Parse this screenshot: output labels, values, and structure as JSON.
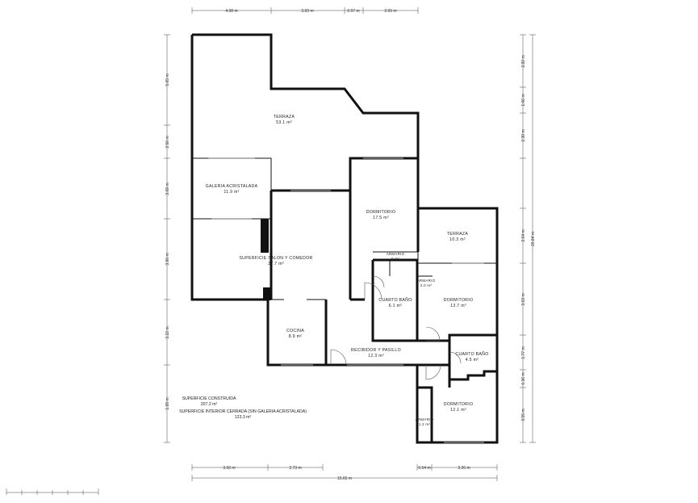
{
  "rooms": [
    {
      "name": "TERRAZA",
      "area": "53.1 m²"
    },
    {
      "name": "GALERIA ACRISTALADA",
      "area": "11.9 m²"
    },
    {
      "name": "SUPERFICIE SALON Y COMEDOR",
      "area": "37.7 m²"
    },
    {
      "name": "DORMITORIO",
      "area": "17.5 m²"
    },
    {
      "name": "TERRAZA",
      "area": "10.3 m²"
    },
    {
      "name": "ARMARIO",
      "area": "0 m²"
    },
    {
      "name": "ARMARIO",
      "area": "2.0 m²"
    },
    {
      "name": "CUARTO BAÑO",
      "area": "6.1 m²"
    },
    {
      "name": "DORMITORIO",
      "area": "13.7 m²"
    },
    {
      "name": "COCINA",
      "area": "8.9 m²"
    },
    {
      "name": "RECIBIDOR Y PASILLO",
      "area": "12.3 m²"
    },
    {
      "name": "CUARTO BAÑO",
      "area": "4.5 m²"
    },
    {
      "name": "DORMITORIO",
      "area": "12.1 m²"
    },
    {
      "name": "ARMARIO",
      "area": "1.2 m²"
    }
  ],
  "summary": {
    "built_label": "SUPERFICIE CONSTRUIDA",
    "built_value": "207.2 m²",
    "interior_label": "SUPERFICIE INTERIOR CERRADA (SIN GALERIA ACRISTALADA)",
    "interior_value": "123.3 m²"
  },
  "dimensions": {
    "top": [
      "4.08 m",
      "3.69 m",
      "0.97 m",
      "2.69 m"
    ],
    "bottom": [
      "3.50 m",
      "2.73 m",
      "0.54 m",
      "3.26 m"
    ],
    "total_width": "15.65 m",
    "left": [
      "5.65 m",
      "2.50 m",
      "3.09 m",
      "3.90 m",
      "3.22 m",
      "1.99 m"
    ],
    "right": [
      "2.82 m",
      "1.06 m",
      "2.30 m",
      "2.64 m",
      "3.63 m",
      "1.77 m",
      "0.36 m",
      "3.55 m"
    ],
    "total_height": "20.84 m"
  }
}
